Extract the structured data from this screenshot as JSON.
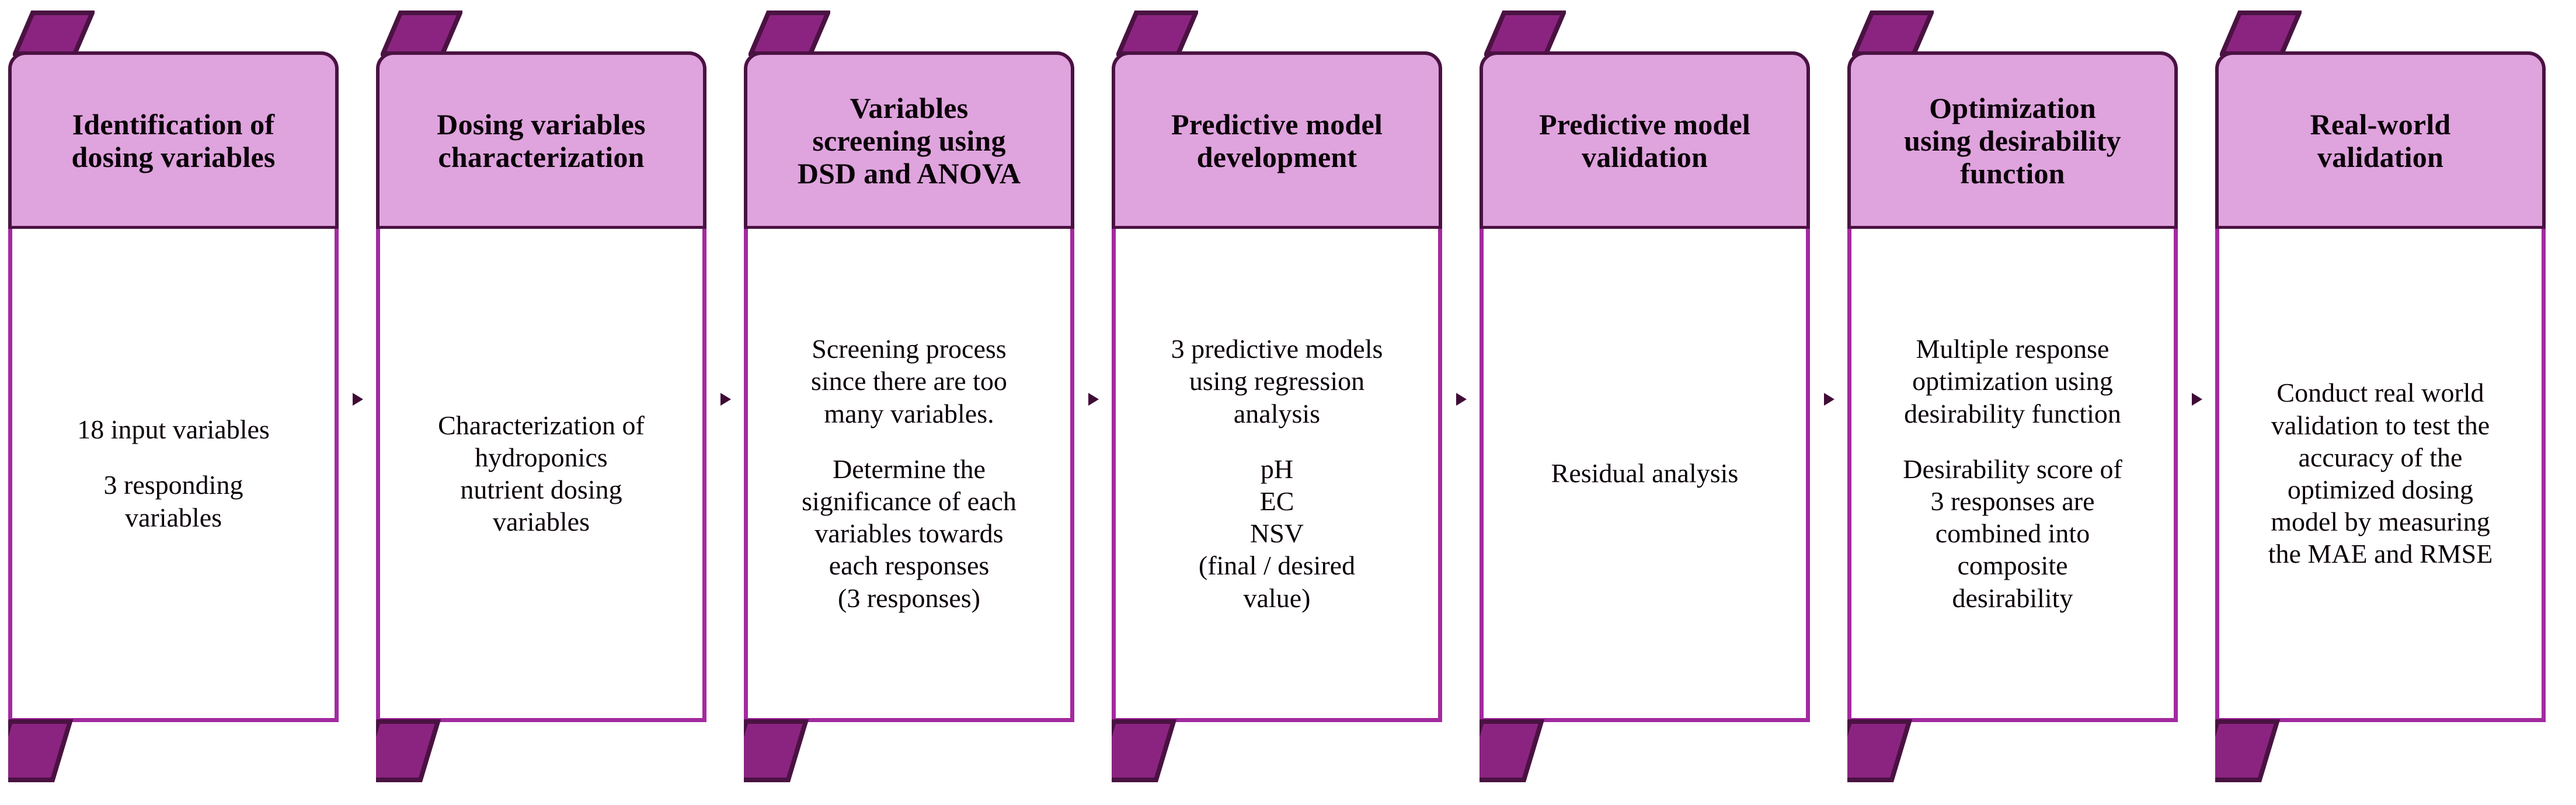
{
  "diagram": {
    "title": "Hydroponics nutrient dosing optimization methodology flowchart",
    "type": "process-flow",
    "orientation": "horizontal",
    "colors": {
      "header_fill": "#DFA3DD",
      "header_border": "#4A1242",
      "body_border": "#A32AA0",
      "tab_fill": "#8B2480",
      "tab_border": "#4A1242",
      "text": "#0a0008",
      "background": "#ffffff"
    },
    "stages": [
      {
        "id": "stage-1",
        "title": "Identification of\ndosing variables",
        "body": [
          "18 input variables",
          "",
          "3 responding\nvariables"
        ]
      },
      {
        "id": "stage-2",
        "title": "Dosing variables\ncharacterization",
        "body": [
          "Characterization of\nhydroponics\nnutrient dosing\nvariables"
        ]
      },
      {
        "id": "stage-3",
        "title": "Variables\nscreening using\nDSD and ANOVA",
        "body": [
          "Screening process\nsince there are too\nmany variables.",
          "",
          "Determine the\nsignificance of each\nvariables towards\neach responses\n(3 responses)"
        ]
      },
      {
        "id": "stage-4",
        "title": "Predictive model\ndevelopment",
        "body": [
          "3 predictive models\nusing regression\nanalysis",
          "",
          "pH\nEC\nNSV\n(final / desired\nvalue)"
        ]
      },
      {
        "id": "stage-5",
        "title": "Predictive model\nvalidation",
        "body": [
          "Residual analysis"
        ]
      },
      {
        "id": "stage-6",
        "title": "Optimization\nusing desirability\nfunction",
        "body": [
          "Multiple response\noptimization using\ndesirability function",
          "",
          "Desirability score of\n3 responses are\ncombined into\ncomposite\ndesirability"
        ]
      },
      {
        "id": "stage-7",
        "title": "Real-world\nvalidation",
        "body": [
          "Conduct real world\nvalidation to test the\naccuracy of the\noptimized dosing\nmodel by measuring\nthe MAE and RMSE"
        ]
      }
    ]
  }
}
